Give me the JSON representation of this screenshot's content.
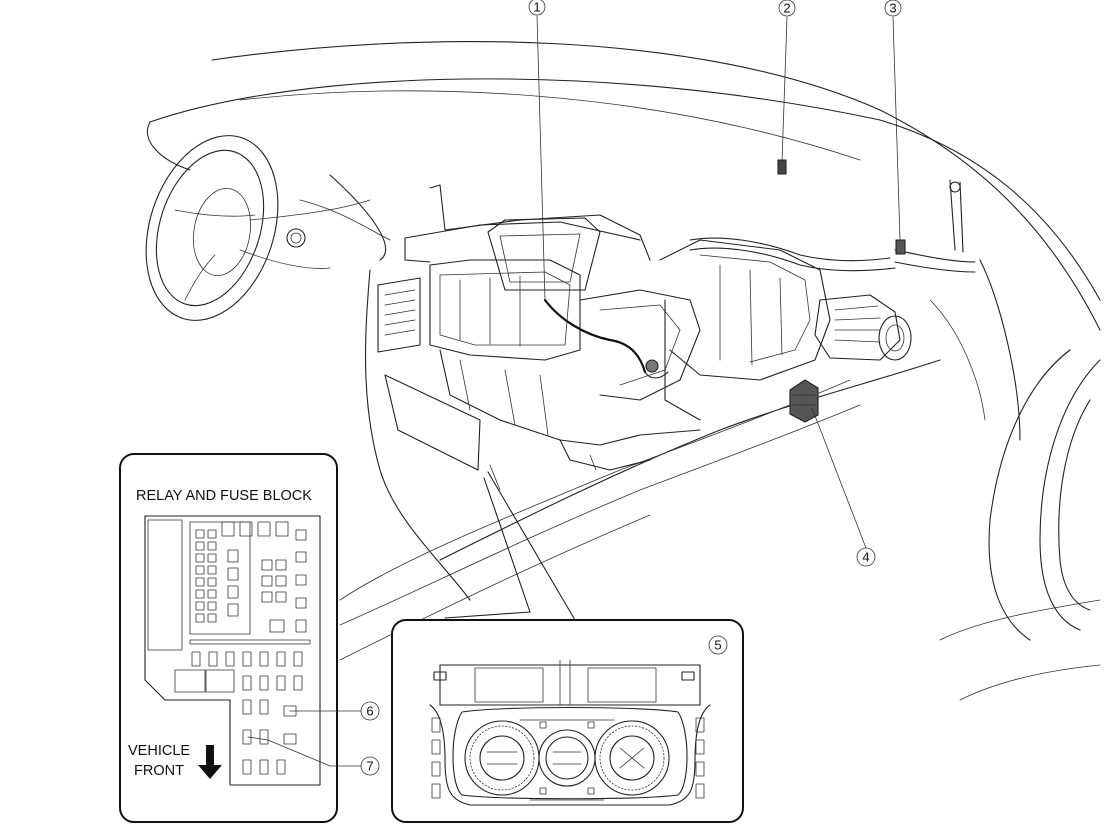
{
  "callouts": [
    "1",
    "2",
    "3",
    "4",
    "5",
    "6",
    "7"
  ],
  "inset_relay": {
    "title": "RELAY AND FUSE BLOCK",
    "direction_line1": "VEHICLE",
    "direction_line2": "FRONT"
  }
}
